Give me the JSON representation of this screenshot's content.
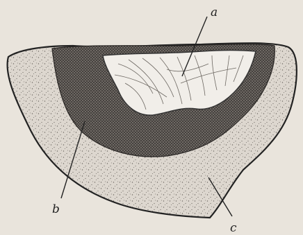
{
  "figure": {
    "labels": {
      "a": "a",
      "b": "b",
      "c": "c"
    }
  },
  "colors": {
    "paper": "#e9e4dc",
    "ink": "#222222",
    "outer_stipple": "#ddd7cf",
    "dense_layer": "#5a5652",
    "inner_core": "#f1eee9"
  }
}
